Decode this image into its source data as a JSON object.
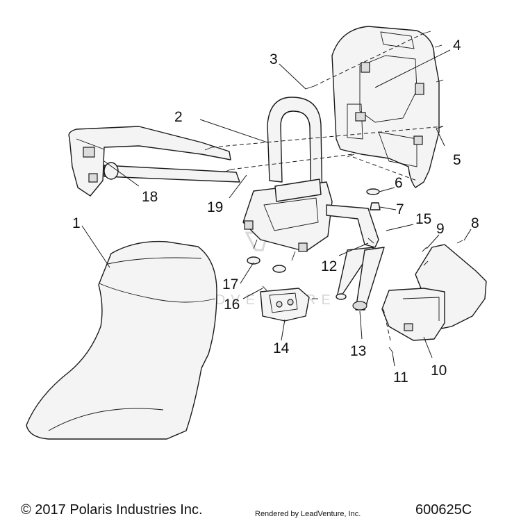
{
  "callouts": {
    "c1": "1",
    "c2": "2",
    "c3": "3",
    "c4": "4",
    "c5": "5",
    "c6": "6",
    "c7": "7",
    "c8": "8",
    "c9": "9",
    "c10": "10",
    "c11": "11",
    "c12": "12",
    "c13": "13",
    "c14": "14",
    "c15": "15",
    "c16": "16",
    "c17": "17",
    "c18": "18",
    "c19": "19"
  },
  "footer": {
    "copyright": "© 2017 Polaris Industries Inc.",
    "rendered_by": "Rendered by LeadVenture, Inc.",
    "diagram_id": "600625C"
  },
  "watermark": {
    "text": "LEADVENTURE"
  }
}
